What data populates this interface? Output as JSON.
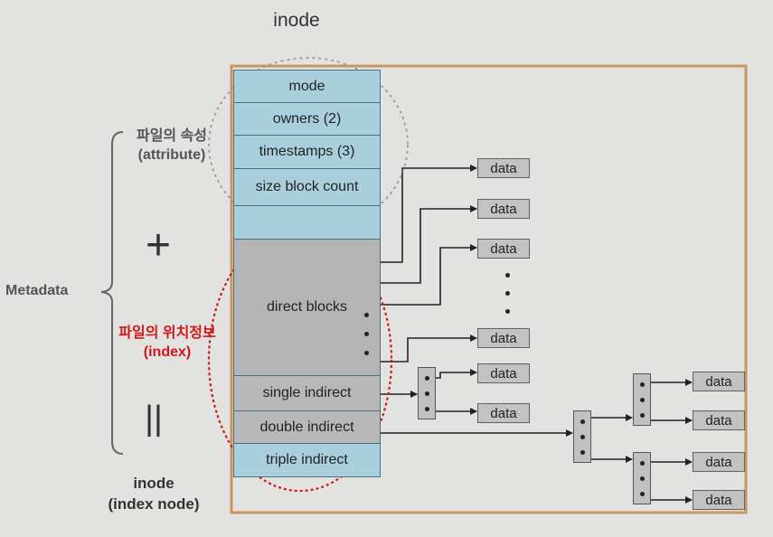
{
  "title": "inode",
  "metadata_label": "Metadata",
  "attribute_ko": "파일의 속성",
  "attribute_en": "(attribute)",
  "plus": "+",
  "index_ko": "파일의 위치정보",
  "index_en": "(index)",
  "equals": "||",
  "inode_word": "inode",
  "inode_full": "(index node)",
  "inode_fields": {
    "mode": "mode",
    "owners": "owners (2)",
    "timestamps": "timestamps (3)",
    "size": "size block count",
    "direct": "direct blocks",
    "single": "single indirect",
    "double": "double indirect",
    "triple": "triple indirect"
  },
  "data_label": "data",
  "colors": {
    "frame": "#c8955a",
    "attribute_cells": "#a9cfdd",
    "block_cells": "#b4b4b4",
    "index_highlight": "#d01818"
  }
}
